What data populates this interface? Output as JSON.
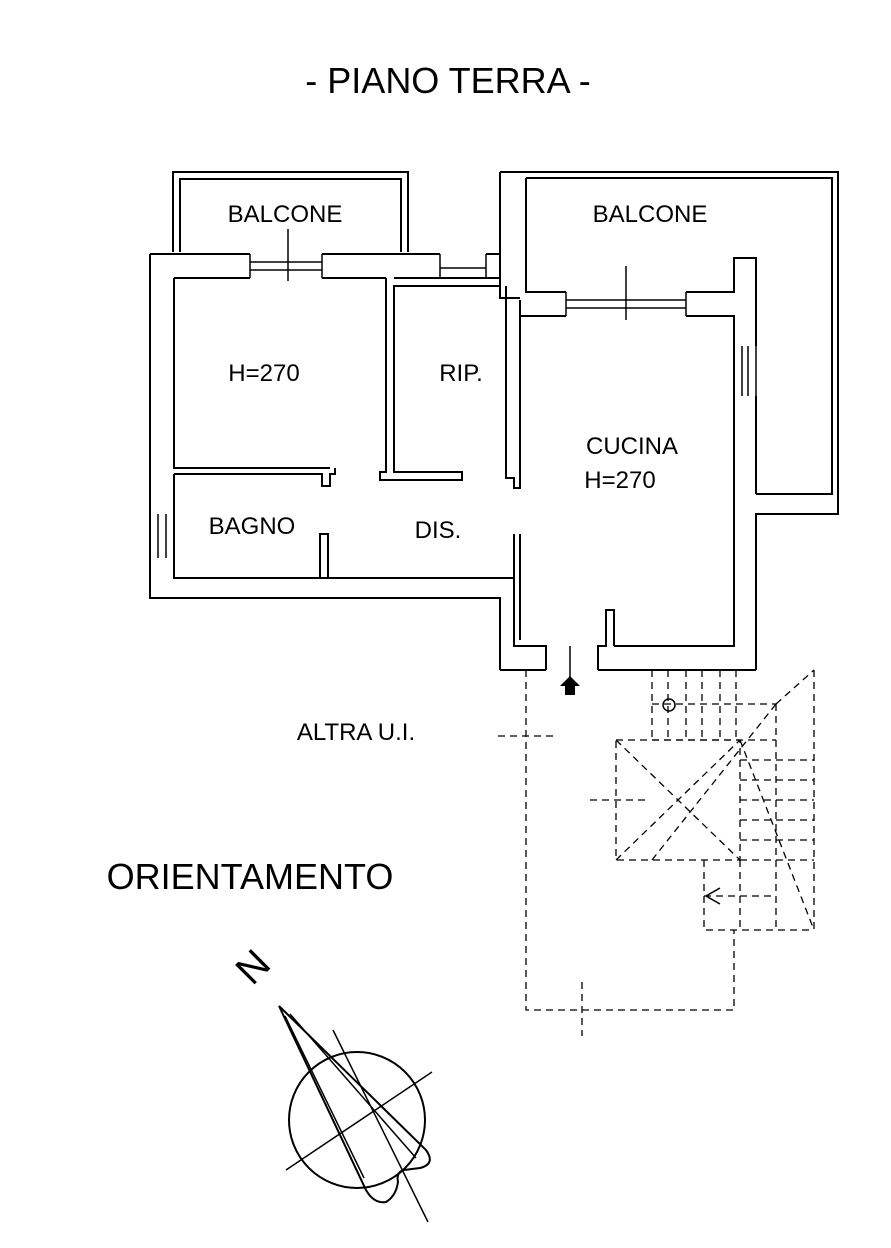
{
  "title": "- PIANO TERRA -",
  "rooms": {
    "balcone_left": "BALCONE",
    "balcone_right": "BALCONE",
    "bedroom_height": "H=270",
    "ripostiglio": "RIP.",
    "cucina": "CUCINA",
    "cucina_height": "H=270",
    "bagno": "BAGNO",
    "disimpegno": "DIS."
  },
  "other_unit": "ALTRA U.I.",
  "orientation": {
    "label": "ORIENTAMENTO",
    "north": "N"
  },
  "colors": {
    "ink": "#000000",
    "paper": "#ffffff"
  }
}
